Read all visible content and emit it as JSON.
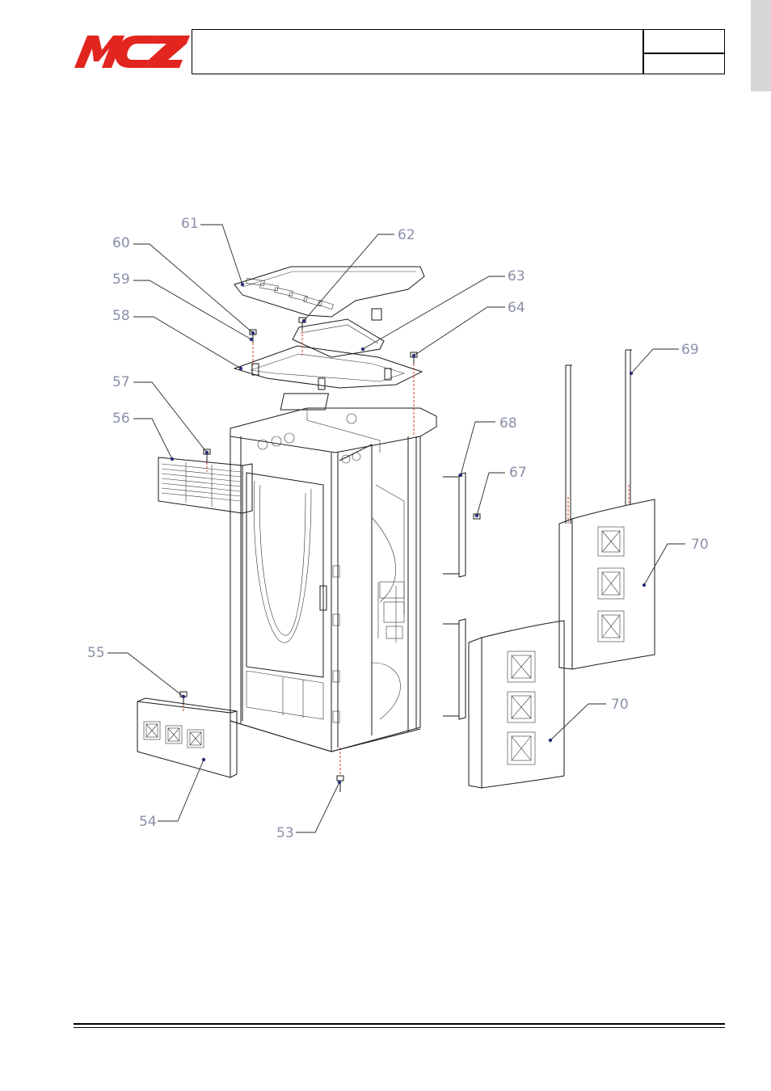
{
  "brand": {
    "logo_text": "MCZ",
    "logo_color": "#e3251f"
  },
  "header": {
    "title": "",
    "code": "",
    "page": ""
  },
  "diagram": {
    "callouts": [
      {
        "id": "53",
        "label": "53"
      },
      {
        "id": "54",
        "label": "54"
      },
      {
        "id": "55",
        "label": "55"
      },
      {
        "id": "56",
        "label": "56"
      },
      {
        "id": "57",
        "label": "57"
      },
      {
        "id": "58",
        "label": "58"
      },
      {
        "id": "59",
        "label": "59"
      },
      {
        "id": "60",
        "label": "60"
      },
      {
        "id": "61",
        "label": "61"
      },
      {
        "id": "62",
        "label": "62"
      },
      {
        "id": "63",
        "label": "63"
      },
      {
        "id": "64",
        "label": "64"
      },
      {
        "id": "67",
        "label": "67"
      },
      {
        "id": "68",
        "label": "68"
      },
      {
        "id": "69",
        "label": "69"
      },
      {
        "id": "70a",
        "label": "70"
      },
      {
        "id": "70b",
        "label": "70"
      }
    ]
  },
  "colors": {
    "callout_text": "#8a8fa8",
    "leader_dot": "#2a2f7a",
    "axis_line": "#d04020",
    "side_tab": "#d6d6d6"
  }
}
